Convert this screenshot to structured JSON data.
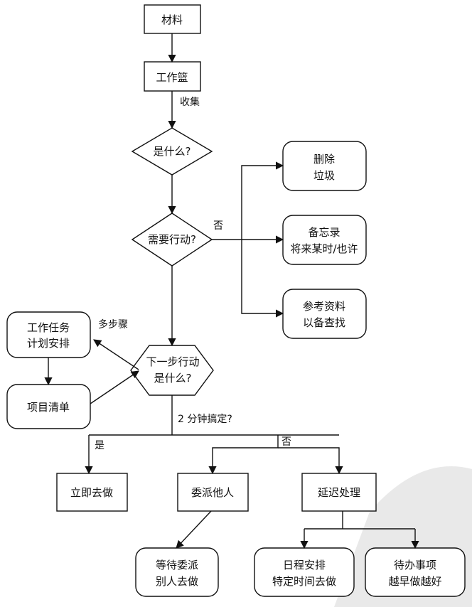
{
  "nodes": {
    "materials": "材料",
    "inbox": "工作篮",
    "what_is_it": "是什么?",
    "actionable": "需要行动?",
    "trash_1": "删除",
    "trash_2": "垃圾",
    "someday_1": "备忘录",
    "someday_2": "将来某时/也许",
    "reference_1": "参考资料",
    "reference_2": "以备查找",
    "project_plan_1": "工作任务",
    "project_plan_2": "计划安排",
    "projects": "项目清单",
    "next_action_1": "下一步行动",
    "next_action_2": "是什么?",
    "do_it": "立即去做",
    "delegate": "委派他人",
    "defer": "延迟处理",
    "waiting_1": "等待委派",
    "waiting_2": "别人去做",
    "calendar_1": "日程安排",
    "calendar_2": "特定时间去做",
    "next_actions_1": "待办事项",
    "next_actions_2": "越早做越好"
  },
  "edges": {
    "collect": "收集",
    "no_1": "否",
    "multi_step": "多步骤",
    "two_minutes": "2 分钟搞定?",
    "yes": "是",
    "no_2": "否"
  }
}
